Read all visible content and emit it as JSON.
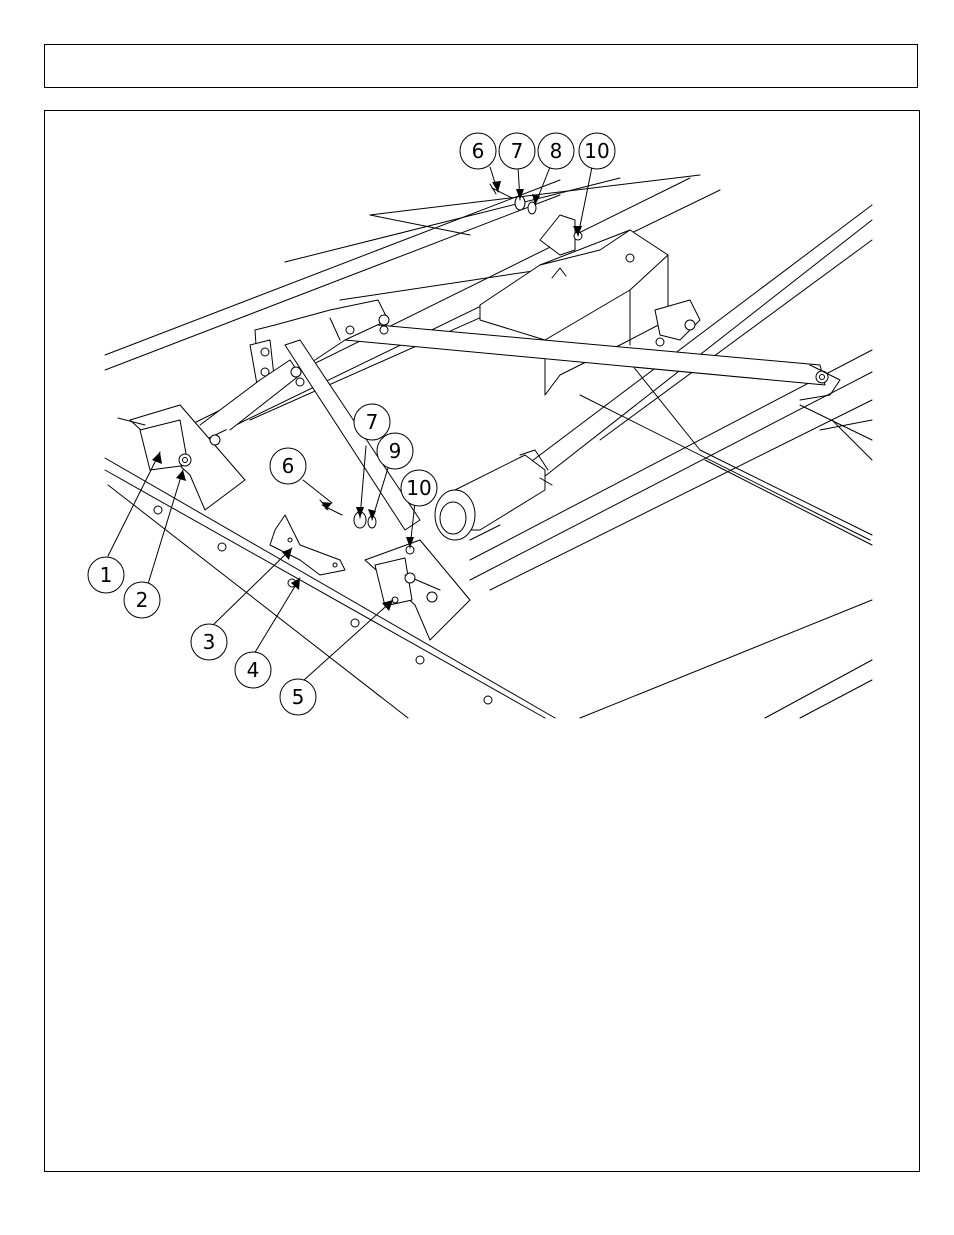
{
  "header": {
    "title": ""
  },
  "callouts": [
    {
      "label": "1"
    },
    {
      "label": "2"
    },
    {
      "label": "3"
    },
    {
      "label": "4"
    },
    {
      "label": "5"
    },
    {
      "label": "6"
    },
    {
      "label": "7"
    },
    {
      "label": "9"
    },
    {
      "label": "10"
    },
    {
      "label": "6"
    },
    {
      "label": "7"
    },
    {
      "label": "8"
    },
    {
      "label": "10"
    }
  ]
}
